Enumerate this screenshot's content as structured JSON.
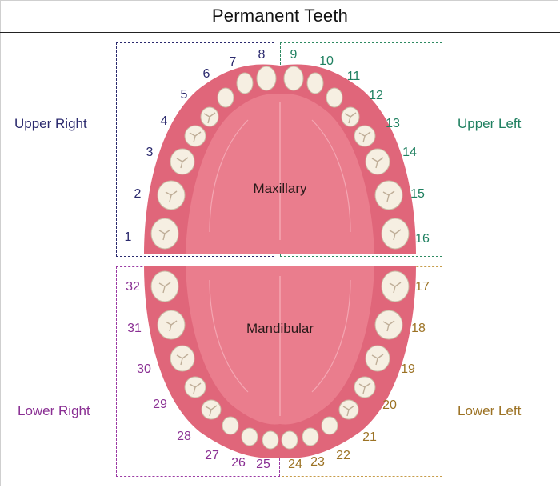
{
  "title": "Permanent Teeth",
  "quadrants": {
    "upper_right": "Upper Right",
    "upper_left": "Upper Left",
    "lower_right": "Lower Right",
    "lower_left": "Lower Left"
  },
  "jaws": {
    "upper": "Maxillary",
    "lower": "Mandibular"
  },
  "tooth_numbers": {
    "upper_right": [
      "1",
      "2",
      "3",
      "4",
      "5",
      "6",
      "7",
      "8"
    ],
    "upper_left": [
      "9",
      "10",
      "11",
      "12",
      "13",
      "14",
      "15",
      "16"
    ],
    "lower_left": [
      "17",
      "18",
      "19",
      "20",
      "21",
      "22",
      "23",
      "24"
    ],
    "lower_right": [
      "25",
      "26",
      "27",
      "28",
      "29",
      "30",
      "31",
      "32"
    ]
  },
  "colors": {
    "upper_right": "#2b2a6e",
    "upper_left": "#1f8060",
    "lower_right": "#8a2f93",
    "lower_left": "#9c7224",
    "gum": "#e0667a",
    "palate": "#e8798a",
    "tooth": "#f6efe2"
  }
}
